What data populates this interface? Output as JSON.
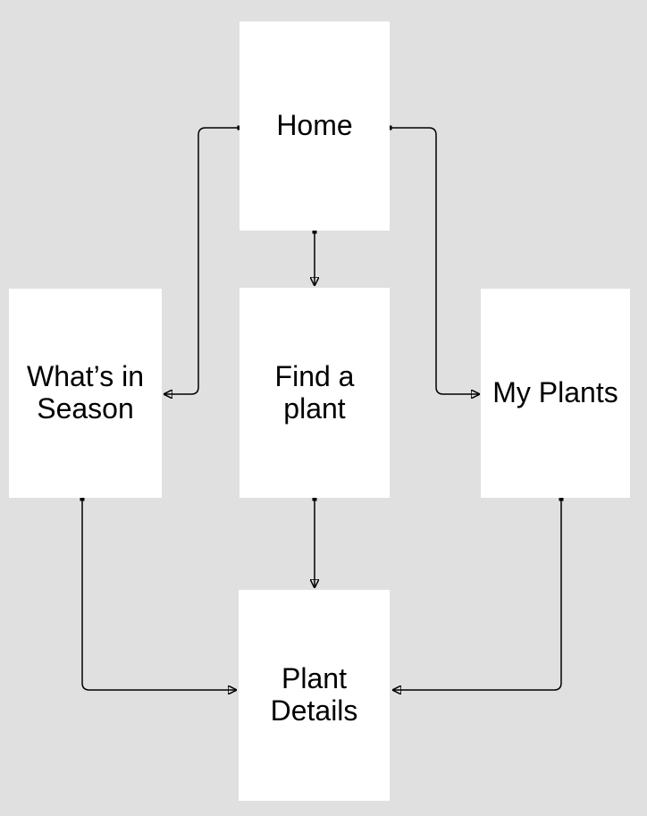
{
  "diagram": {
    "background_color": "#e0e0e0",
    "node_fill_color": "#ffffff",
    "connector_color": "#000000",
    "nodes": [
      {
        "id": "home",
        "label": "Home"
      },
      {
        "id": "whats-in-season",
        "label": "What’s in Season"
      },
      {
        "id": "find-a-plant",
        "label": "Find a plant"
      },
      {
        "id": "my-plants",
        "label": "My Plants"
      },
      {
        "id": "plant-details",
        "label": "Plant Details"
      }
    ],
    "edges": [
      {
        "from": "home",
        "to": "whats-in-season"
      },
      {
        "from": "home",
        "to": "my-plants"
      },
      {
        "from": "home",
        "to": "find-a-plant"
      },
      {
        "from": "find-a-plant",
        "to": "plant-details"
      },
      {
        "from": "whats-in-season",
        "to": "plant-details"
      },
      {
        "from": "my-plants",
        "to": "plant-details"
      }
    ]
  }
}
